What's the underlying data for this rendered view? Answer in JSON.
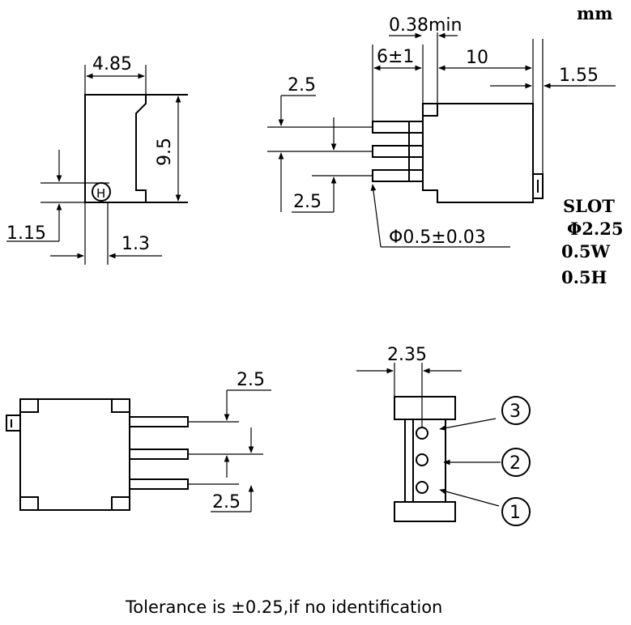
{
  "units": "mm",
  "front_view": {
    "width_label": "4.85",
    "height_label": "9.5",
    "offset_label": "1.15",
    "pin_offset_label": "1.3",
    "screw_symbol": "H"
  },
  "side_view": {
    "clearance_label": "0.38min",
    "pin_length_label": "6±1",
    "body_depth_label": "10",
    "slot_depth_label": "1.55",
    "pitch_top_label": "2.5",
    "pitch_bottom_label": "2.5",
    "pin_diameter_label": "Φ0.5±0.03"
  },
  "slot_spec": {
    "title": "SLOT",
    "diameter": "Φ2.25",
    "width": "0.5W",
    "height": "0.5H"
  },
  "top_view": {
    "pitch_top_label": "2.5",
    "pitch_bottom_label": "2.5"
  },
  "end_view": {
    "width_label": "2.35",
    "pin_numbers": [
      "3",
      "2",
      "1"
    ]
  },
  "footer": {
    "tolerance_note": "Tolerance is ±0.25,if no identification"
  }
}
